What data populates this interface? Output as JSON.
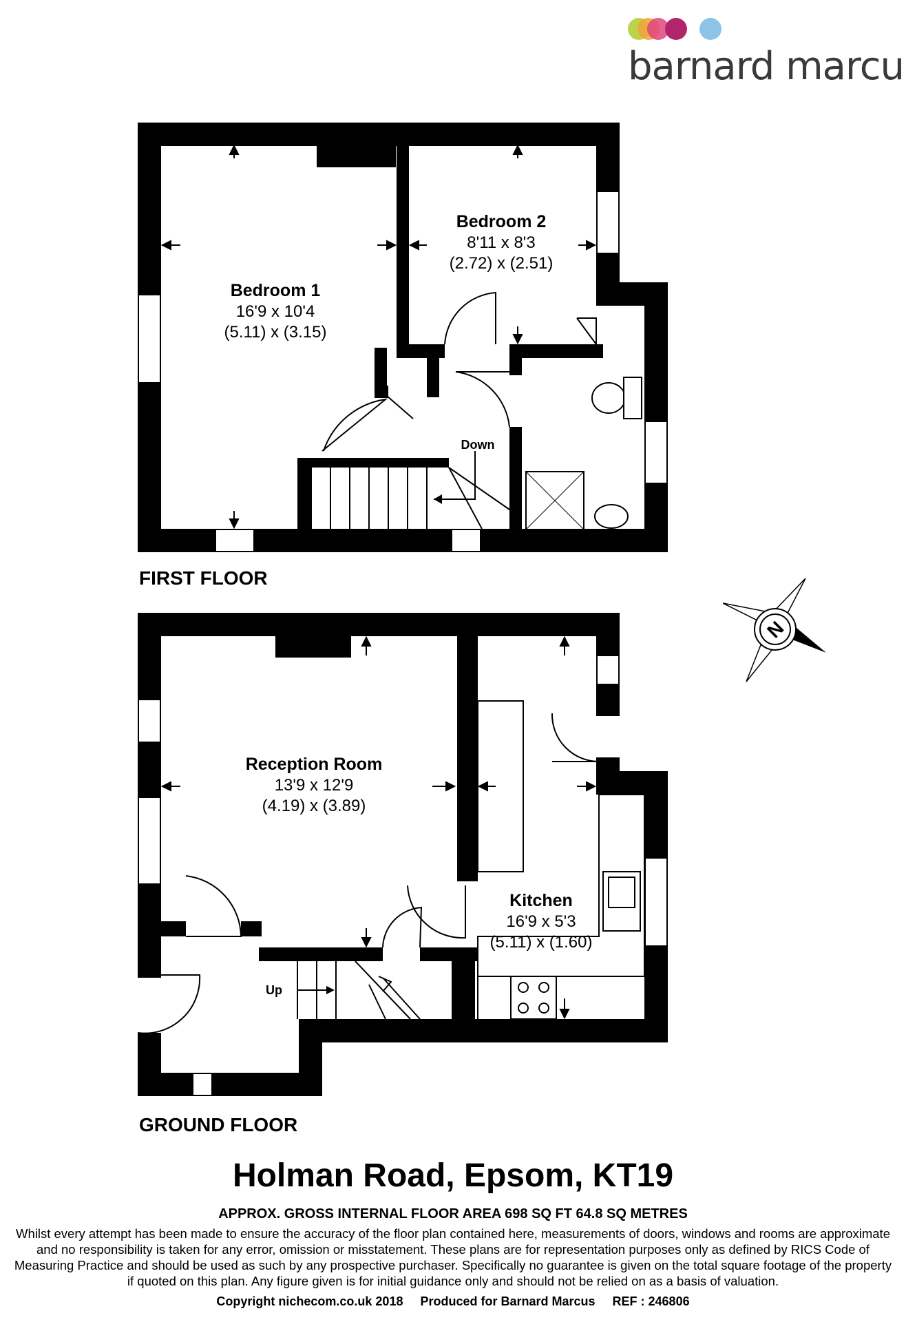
{
  "brand": {
    "name": "barnard marcus",
    "dot_colors": [
      "#b5cf3a",
      "#f3a23a",
      "#e0457b",
      "#b3256b",
      "#8cc3e6"
    ]
  },
  "first_floor": {
    "label": "FIRST FLOOR",
    "rooms": [
      {
        "name": "Bedroom 1",
        "size_imperial": "16'9 x 10'4",
        "size_metric": "(5.11) x (3.15)"
      },
      {
        "name": "Bedroom 2",
        "size_imperial": "8'11 x 8'3",
        "size_metric": "(2.72) x (2.51)"
      }
    ],
    "stairs_label": "Down"
  },
  "ground_floor": {
    "label": "GROUND FLOOR",
    "rooms": [
      {
        "name": "Reception Room",
        "size_imperial": "13'9 x 12'9",
        "size_metric": "(4.19) x (3.89)"
      },
      {
        "name": "Kitchen",
        "size_imperial": "16'9 x 5'3",
        "size_metric": "(5.11) x (1.60)"
      }
    ],
    "stairs_label": "Up"
  },
  "compass": {
    "label": "N"
  },
  "address": "Holman Road, Epsom, KT19",
  "area_summary": "APPROX. GROSS INTERNAL FLOOR AREA 698 SQ FT 64.8 SQ METRES",
  "disclaimer": "Whilst every attempt has been made to ensure the accuracy of the floor plan contained here, measurements of doors, windows and rooms are approximate and no responsibility is taken for any error, omission or misstatement. These plans are for representation purposes only as defined by RICS Code of Measuring Practice and should be used as such by any prospective purchaser.  Specifically no guarantee is given on the total square footage of the property if quoted on this plan. Any figure given is for initial guidance only and should not be relied on as a basis of valuation.",
  "footer": "Copyright nichecom.co.uk 2018     Produced for Barnard Marcus     REF : 246806"
}
